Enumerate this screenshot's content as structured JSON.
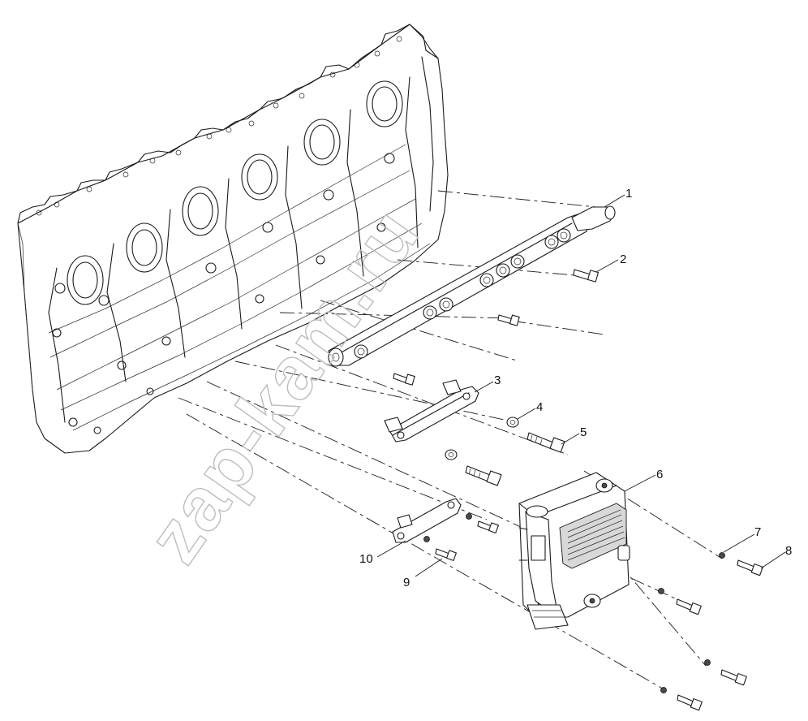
{
  "watermark": {
    "text": "zap-kam.ru"
  },
  "callouts": [
    {
      "id": 1,
      "label": "1"
    },
    {
      "id": 2,
      "label": "2"
    },
    {
      "id": 3,
      "label": "3"
    },
    {
      "id": 4,
      "label": "4"
    },
    {
      "id": 5,
      "label": "5"
    },
    {
      "id": 6,
      "label": "6"
    },
    {
      "id": 7,
      "label": "7"
    },
    {
      "id": 8,
      "label": "8"
    },
    {
      "id": 9,
      "label": "9"
    },
    {
      "id": 10,
      "label": "10"
    }
  ]
}
